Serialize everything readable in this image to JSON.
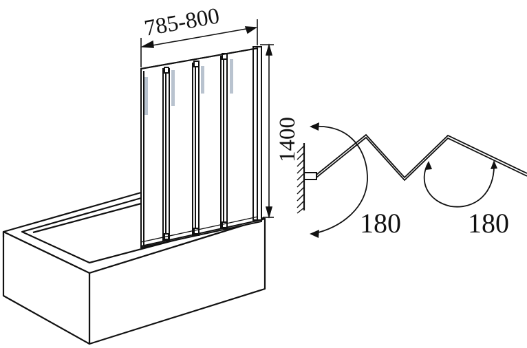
{
  "dimensions": {
    "width_label": "785-800",
    "height_label": "1400",
    "angle_left_label": "180",
    "angle_right_label": "180"
  },
  "colors": {
    "line": "#111111",
    "glass_tint": "#b9c3cf",
    "background": "#ffffff"
  }
}
